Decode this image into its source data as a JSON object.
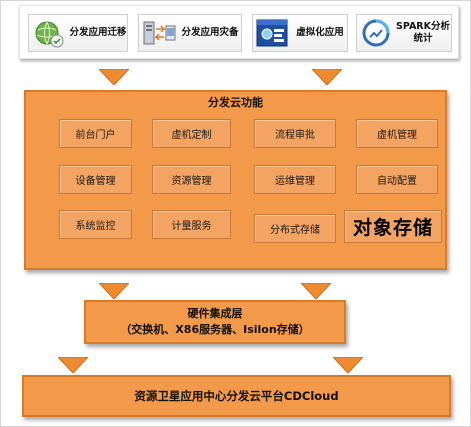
{
  "apps": [
    {
      "label": "分发应用迁移",
      "icon": "migration-globe-icon"
    },
    {
      "label": "分发应用灾备",
      "icon": "server-backup-icon"
    },
    {
      "label": "虚拟化应用",
      "icon": "virtual-app-window-icon"
    },
    {
      "label": "SPARK分析\n统计",
      "icon": "analytics-circle-icon"
    }
  ],
  "panel": {
    "title": "分发云功能",
    "cells": [
      "前台门户",
      "虚机定制",
      "流程审批",
      "虚机管理",
      "设备管理",
      "资源管理",
      "运维管理",
      "自动配置",
      "系统监控",
      "计量服务",
      "分布式存储",
      "对象存储"
    ]
  },
  "hardware": {
    "title": "硬件集成层",
    "subtitle": "（交换机、X86服务器、Isilon存储）"
  },
  "platform": {
    "title": "资源卫星应用中心分发云平台CDCloud"
  },
  "colors": {
    "orange_fill": "#f2994a",
    "orange_border": "#d97a2a",
    "cell_fill": "#f4a462"
  }
}
